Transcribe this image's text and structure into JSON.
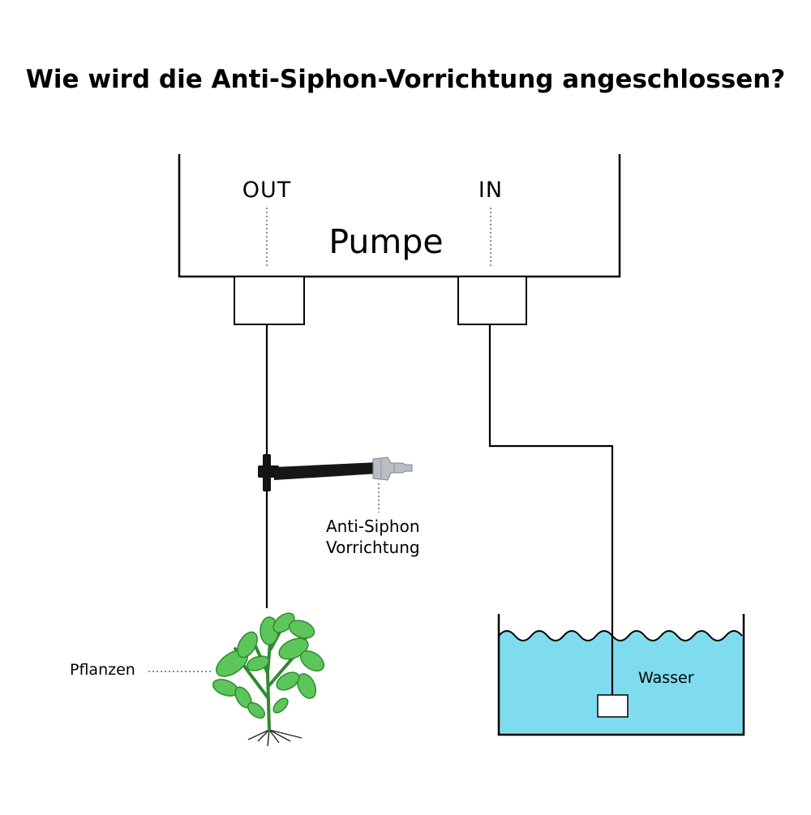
{
  "title": "Wie wird die Anti-Siphon-Vorrichtung angeschlossen?",
  "pump": {
    "label": "Pumpe",
    "port_out": "OUT",
    "port_in": "IN"
  },
  "device": {
    "label_line1": "Anti-Siphon",
    "label_line2": "Vorrichtung"
  },
  "plants_label": "Pflanzen",
  "water_label": "Wasser",
  "colors": {
    "water": "#7fdcee",
    "leaf": "#5cc65a",
    "leaf_dark": "#2f8a2f",
    "tube": "#141414",
    "connector": "#b8bfc6"
  },
  "icons": [
    "plant-icon",
    "anti-siphon-valve-icon",
    "filter-block-icon"
  ]
}
